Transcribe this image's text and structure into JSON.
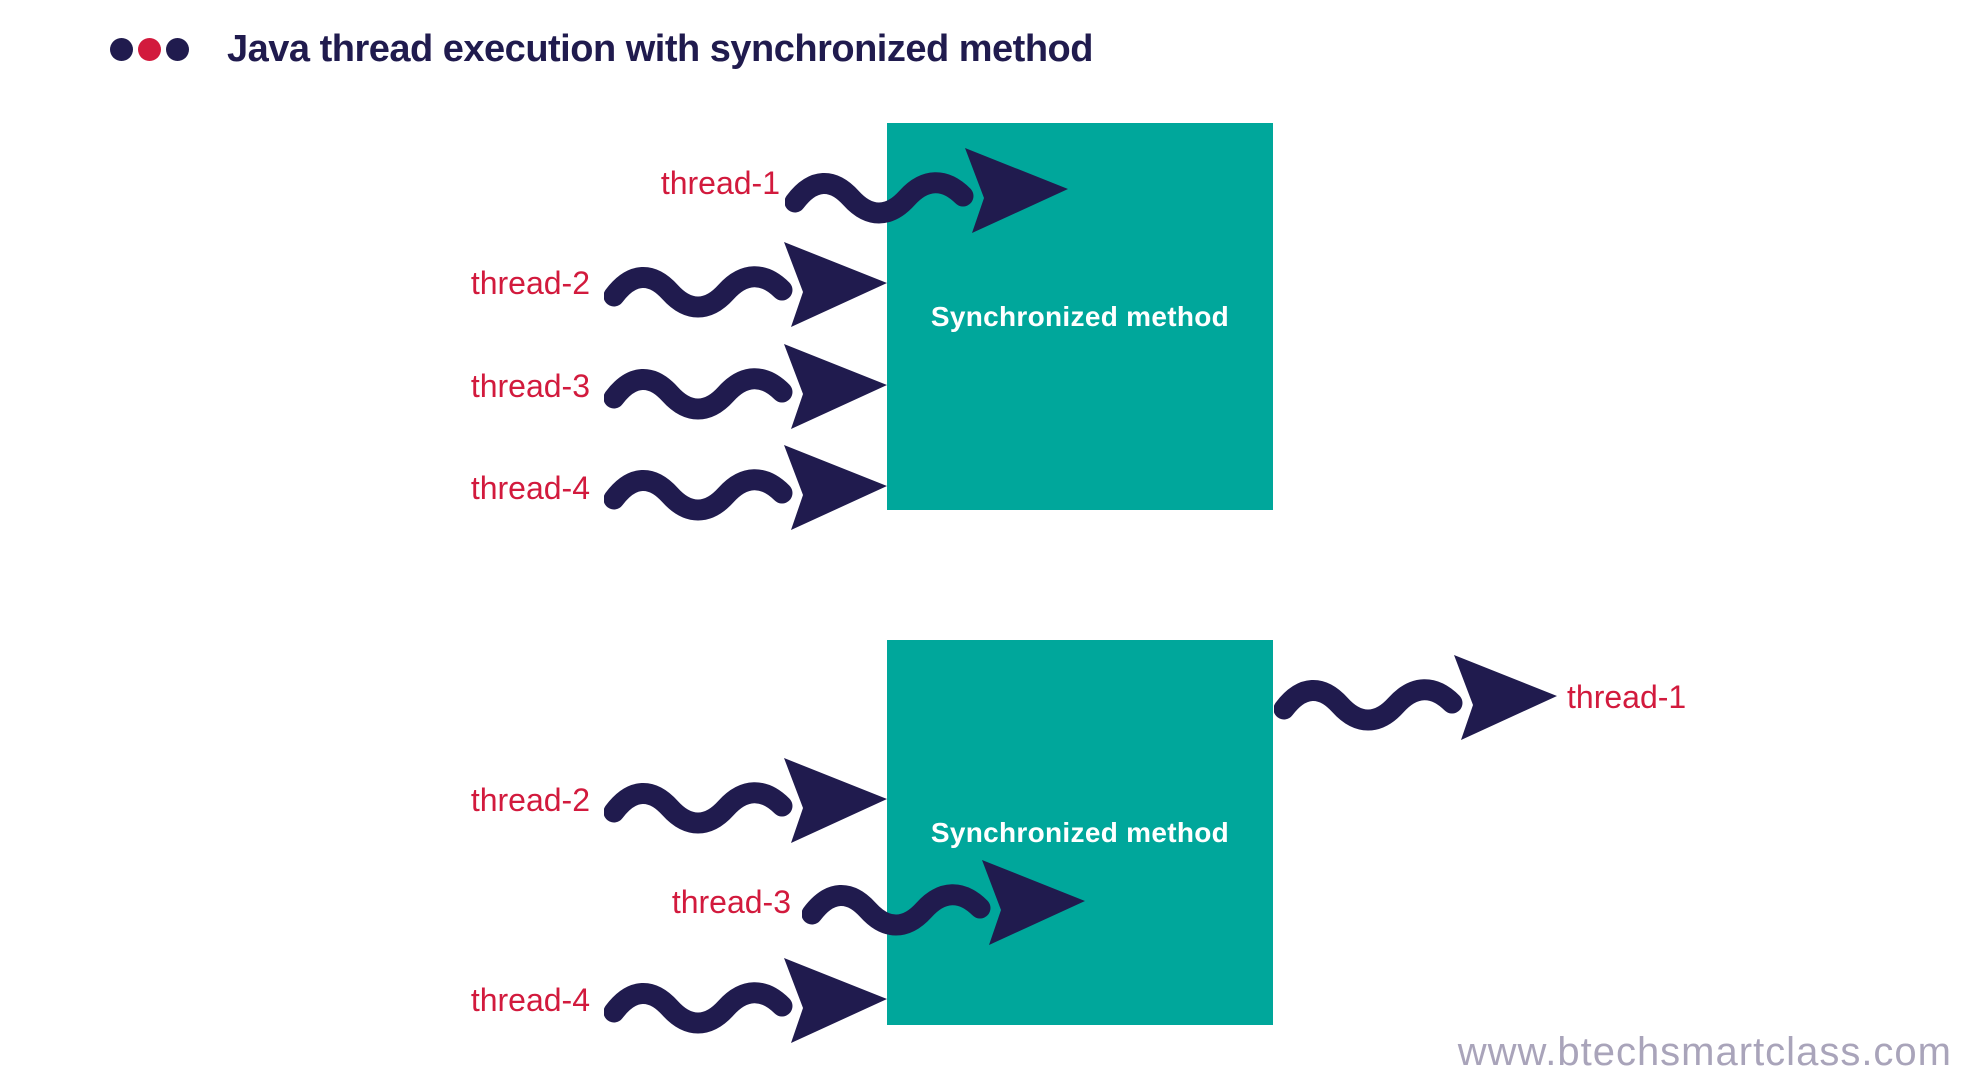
{
  "title": {
    "text": "Java thread execution with synchronized method",
    "bullet_colors": [
      "#201b4e",
      "#d21a3d",
      "#201b4e"
    ]
  },
  "colors": {
    "navy_arrow": "#201b4e",
    "thread_label_red": "#d21a3d",
    "box_teal": "#00a79b",
    "box_text_white": "#ffffff",
    "watermark_gray": "#a9a4ba"
  },
  "diagrams": [
    {
      "box_label": "Synchronized method",
      "threads": [
        {
          "label": "thread-1",
          "position": "arrow-entering-inside-box"
        },
        {
          "label": "thread-2",
          "position": "arrow-waiting-at-left-edge"
        },
        {
          "label": "thread-3",
          "position": "arrow-waiting-at-left-edge"
        },
        {
          "label": "thread-4",
          "position": "arrow-waiting-at-left-edge"
        }
      ]
    },
    {
      "box_label": "Synchronized method",
      "threads": [
        {
          "label": "thread-1",
          "position": "arrow-exiting-right-of-box"
        },
        {
          "label": "thread-2",
          "position": "arrow-waiting-at-left-edge"
        },
        {
          "label": "thread-3",
          "position": "arrow-entering-inside-box"
        },
        {
          "label": "thread-4",
          "position": "arrow-waiting-at-left-edge"
        }
      ]
    }
  ],
  "watermark": "www.btechsmartclass.com"
}
